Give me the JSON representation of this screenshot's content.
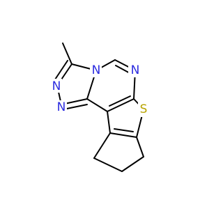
{
  "molecule": {
    "atom_colors": {
      "N": "#2B2BE0",
      "S": "#B8A400",
      "C": "#000000"
    },
    "atoms": [
      {
        "id": "S1",
        "element": "S",
        "label": "S"
      },
      {
        "id": "N1",
        "element": "N",
        "label": "N"
      },
      {
        "id": "N2",
        "element": "N",
        "label": "N"
      },
      {
        "id": "N3",
        "element": "N",
        "label": "N"
      },
      {
        "id": "N4",
        "element": "N",
        "label": "N"
      },
      {
        "id": "C_methyl",
        "element": "C",
        "label": ""
      },
      {
        "id": "C1",
        "element": "C",
        "label": ""
      },
      {
        "id": "C_ch",
        "element": "C",
        "label": ""
      },
      {
        "id": "C_pyr",
        "element": "C",
        "label": ""
      },
      {
        "id": "C_trz",
        "element": "C",
        "label": ""
      },
      {
        "id": "C_4a",
        "element": "C",
        "label": ""
      },
      {
        "id": "C_9a",
        "element": "C",
        "label": ""
      },
      {
        "id": "C_3a",
        "element": "C",
        "label": ""
      },
      {
        "id": "C_6a",
        "element": "C",
        "label": ""
      },
      {
        "id": "CH2_a",
        "element": "C",
        "label": ""
      },
      {
        "id": "CH2_b",
        "element": "C",
        "label": ""
      },
      {
        "id": "CH2_c",
        "element": "C",
        "label": ""
      }
    ]
  }
}
